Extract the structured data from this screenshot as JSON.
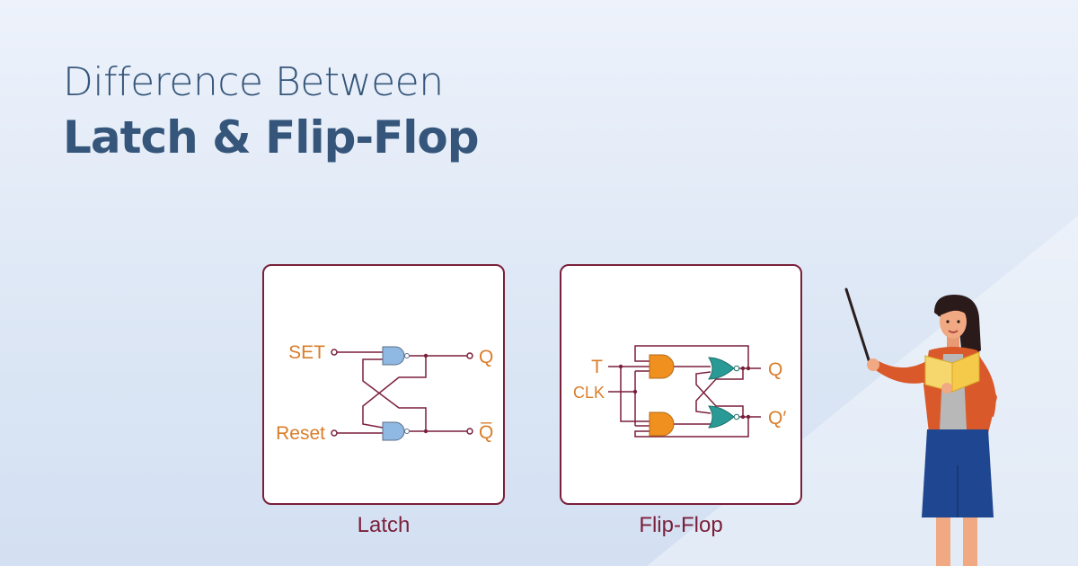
{
  "title": {
    "line1": "Difference Between",
    "line2": "Latch & Flip-Flop"
  },
  "latch": {
    "caption": "Latch",
    "inputs": [
      "SET",
      "Reset"
    ],
    "outputs": [
      "Q",
      "Q̅"
    ]
  },
  "flipflop": {
    "caption": "Flip-Flop",
    "inputs": [
      "T",
      "CLK"
    ],
    "outputs": [
      "Q",
      "Q′"
    ]
  },
  "colors": {
    "title": "#35567a",
    "border": "#7a1f3a",
    "wire": "#7a1f3a",
    "signal_label": "#d97d2a",
    "nand_gate": "#8fb8e2",
    "and_gate": "#f0901e",
    "nor_gate": "#2a9a96"
  },
  "illustration": "teacher-holding-book-and-pointer"
}
